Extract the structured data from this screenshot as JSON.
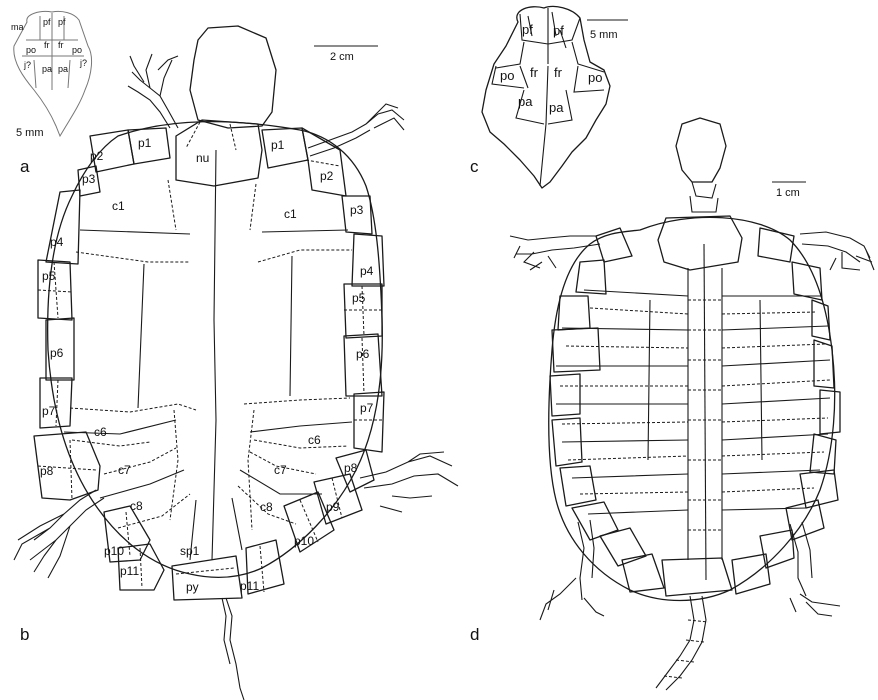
{
  "panels": {
    "a": "a",
    "b": "b",
    "c": "c",
    "d": "d"
  },
  "scale_bars": {
    "a_skull": "5 mm",
    "b_body": "2 cm",
    "c_skull": "5 mm",
    "d_body": "1 cm"
  },
  "skull_a_labels": {
    "ma": "ma",
    "pf_l": "pf",
    "pf_r": "pf",
    "fr_l": "fr",
    "fr_r": "fr",
    "po_l": "po",
    "po_r": "po",
    "j_l": "j?",
    "j_r": "j?",
    "pa_l": "pa",
    "pa_r": "pa"
  },
  "skull_c_labels": {
    "pf_l": "pf",
    "pf_r": "pf",
    "po_l": "po",
    "po_r": "po",
    "fr_l": "fr",
    "fr_r": "fr",
    "pa_l": "pa",
    "pa_r": "pa"
  },
  "carapace_b_labels": {
    "nu": "nu",
    "sp1": "sp1",
    "py": "py",
    "c1_l": "c1",
    "c1_r": "c1",
    "c6_l": "c6",
    "c6_r": "c6",
    "c7_l": "c7",
    "c7_r": "c7",
    "c8_l": "c8",
    "c8_r": "c8",
    "p1_l": "p1",
    "p1_r": "p1",
    "p2_l": "p2",
    "p2_r": "p2",
    "p3_l": "p3",
    "p3_r": "p3",
    "p4_l": "p4",
    "p4_r": "p4",
    "p5_l": "p5",
    "p5_r": "p5",
    "p6_l": "p6",
    "p6_r": "p6",
    "p7_l": "p7",
    "p7_r": "p7",
    "p8_l": "p8",
    "p8_r": "p8",
    "p9_r": "p9",
    "p10_l": "p10",
    "p10_r": "p10",
    "p11_l": "p11",
    "p11_r": "p11"
  }
}
